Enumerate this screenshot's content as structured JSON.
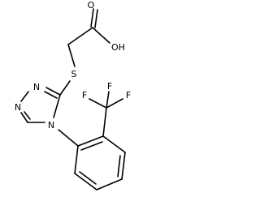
{
  "structure": {
    "atom_labels": {
      "hydroxyl": "OH",
      "carbonyl_oxygen": "O",
      "sulfur": "S",
      "ring_n1": "N",
      "ring_n2": "N",
      "ring_n4": "N",
      "fluorine_a": "F",
      "fluorine_b": "F",
      "fluorine_c": "F"
    },
    "colors": {
      "ink": "#000000",
      "background": "#ffffff"
    }
  }
}
